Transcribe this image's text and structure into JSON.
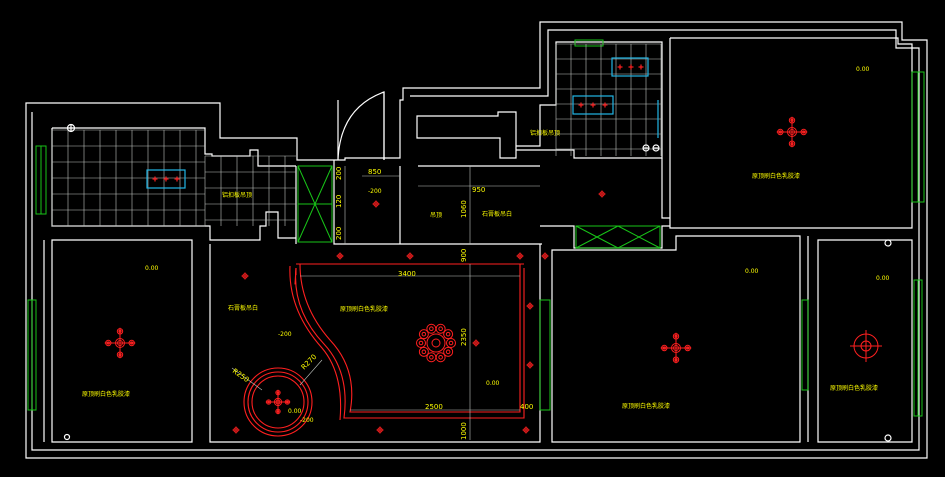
{
  "colors": {
    "background": "#000000",
    "wall": "#ffffff",
    "window": "#18c418",
    "ceiling_outline": "#ff2020",
    "fixture": "#22b6e6",
    "text": "#ffff00",
    "light": "#ff2020"
  },
  "labels": {
    "kitchen_left": "铝扣板吊顶",
    "kitchen_right": "铝扣板吊顶",
    "bedroom_left": "原顶刷白色乳胶漆",
    "living_ceiling": "原顶刷白色乳胶漆",
    "dining_left": "石膏板吊白",
    "dining_center": "石膏板吊白",
    "room_right_top": "原顶刷白色乳胶漆",
    "room_right_middle": "原顶刷白色乳胶漆",
    "room_right_small": "原顶刷白色乳胶漆",
    "small_mid": "吊顶"
  },
  "levels": {
    "bedroom_left": "0.00",
    "room_right_top": "0.00",
    "room_right_middle": "0.00",
    "room_right_small": "0.00",
    "living_center": "0.00",
    "round_center": "0.00",
    "dining_left_lvl": "-200",
    "round_lower": "-200",
    "corridor_lvl": "-200"
  },
  "dimensions": {
    "d850": "850",
    "d950": "950",
    "d3400": "3400",
    "d2500": "2500",
    "d400": "400",
    "d1060": "1060",
    "d900": "900",
    "d2350": "2350",
    "d1000": "1000",
    "d200a": "200",
    "d120": "120",
    "d200b": "200",
    "dR": "R250",
    "dR2": "R270"
  }
}
